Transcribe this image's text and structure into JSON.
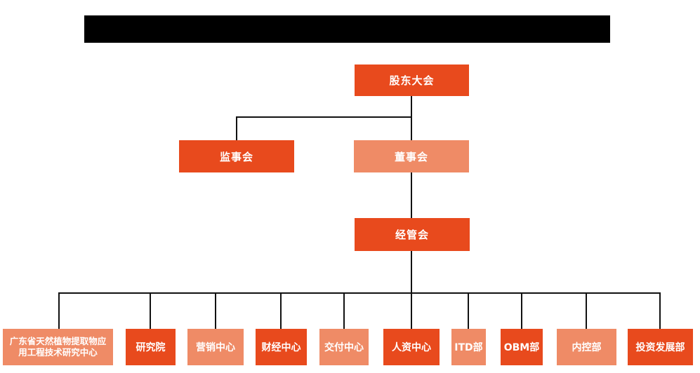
{
  "colors": {
    "primary_orange": "#e84a1d",
    "secondary_salmon": "#ef8b66",
    "connector_line": "#111111",
    "node_text": "#ffffff",
    "redaction_bar": "#000000",
    "background": "#ffffff"
  },
  "header": {
    "redaction_bar_present": true,
    "redaction_bar_text": ""
  },
  "org": {
    "root": {
      "label": "股东大会",
      "variant": "primary"
    },
    "level2": [
      {
        "label": "监事会",
        "variant": "primary"
      },
      {
        "label": "董事会",
        "variant": "secondary"
      }
    ],
    "level3": {
      "label": "经管会",
      "variant": "primary"
    },
    "departments": [
      {
        "label": "广东省天然植物提取物应用工程技术研究中心",
        "variant": "secondary"
      },
      {
        "label": "研究院",
        "variant": "primary"
      },
      {
        "label": "营销中心",
        "variant": "secondary"
      },
      {
        "label": "财经中心",
        "variant": "primary"
      },
      {
        "label": "交付中心",
        "variant": "secondary"
      },
      {
        "label": "人资中心",
        "variant": "primary"
      },
      {
        "label": "ITD部",
        "variant": "secondary"
      },
      {
        "label": "OBM部",
        "variant": "primary"
      },
      {
        "label": "内控部",
        "variant": "secondary"
      },
      {
        "label": "投资发展部",
        "variant": "primary"
      }
    ]
  }
}
